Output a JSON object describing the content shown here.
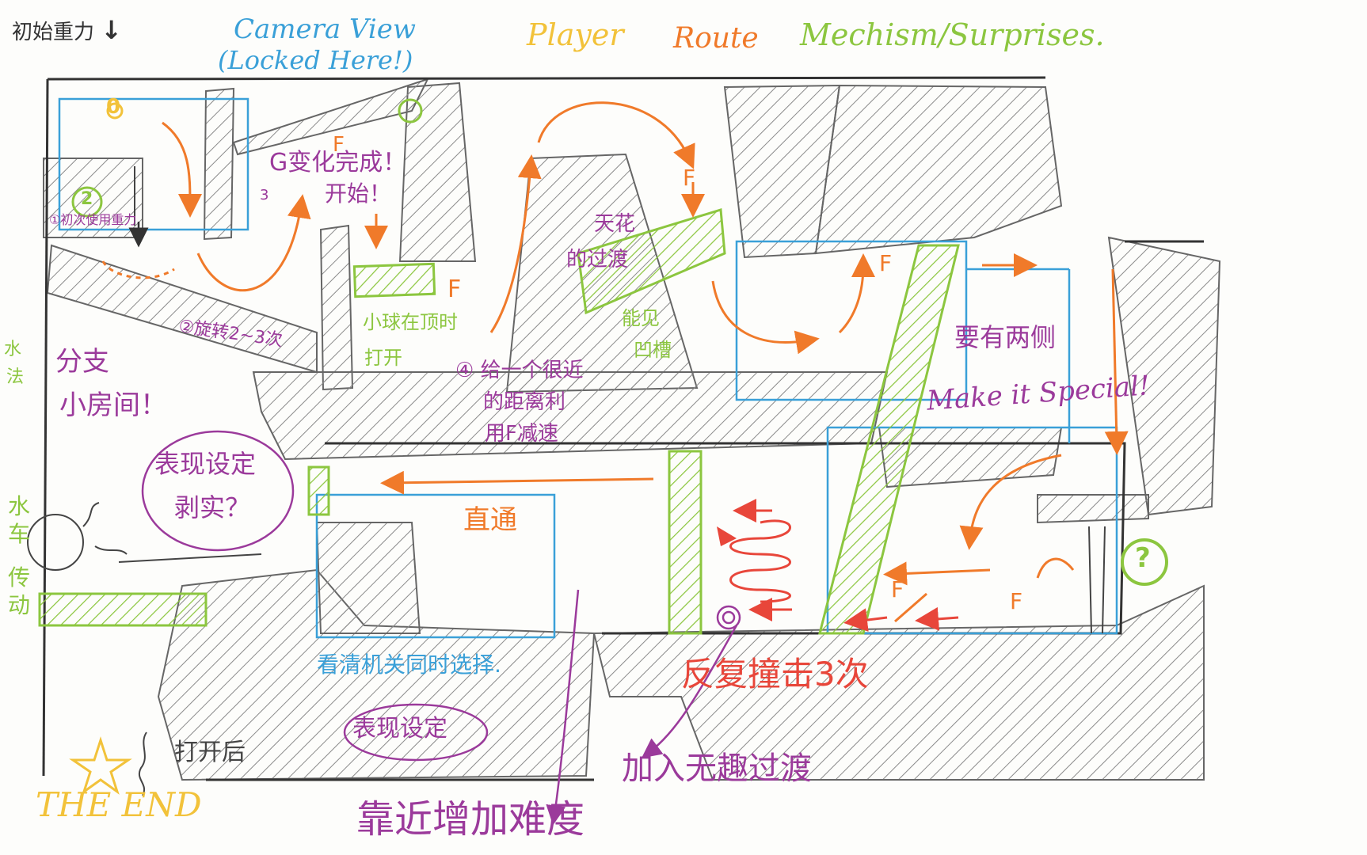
{
  "legend": {
    "gravity": "初始重力",
    "gravity_arrow": "↓",
    "camera": "Camera View",
    "camera_note": "(Locked Here!)",
    "player": "Player",
    "route": "Route",
    "mechanism": "Mechism",
    "surprises": "/Surprises."
  },
  "colors": {
    "camera": "#3aa0d8",
    "player": "#f2c23a",
    "route": "#f07a2a",
    "mechanism": "#8cc63f",
    "note": "#9b3a9b",
    "pencil": "#555555",
    "red": "#e8463a"
  },
  "labels": {
    "step_zero": "0",
    "step_one_note": "①初次使用重力",
    "step_two": "2",
    "step_three": "3",
    "change_done": "G变化完成！",
    "open_1": "开始！",
    "spin_note": "②旋转2~3次",
    "branch": "分支",
    "small_room": "小房间！",
    "ball_top": "小球在顶时",
    "ball_open": "打开",
    "give_note": "④ 给一个很近",
    "distance_note": "的距离利",
    "f_slow": "用F减速",
    "sky_1": "天花",
    "sky_2": "的过渡",
    "visible": "能见",
    "slot": "凹槽",
    "f1": "F",
    "f2": "F",
    "f3": "F",
    "f4": "F",
    "f5": "F",
    "f6": "F",
    "both_sides": "要有两侧",
    "make_special": "Make it Special!",
    "express_1": "表现设定",
    "express_2": "剥实？",
    "straight": "直通",
    "water_1": "水",
    "water_2": "法",
    "water_3": "水",
    "water_4": "车",
    "water_5": "传",
    "water_6": "动",
    "see_mechanism": "看清机关同时选择.",
    "express_3": "表现设定",
    "after_open": "打开后",
    "the_end": "THE END",
    "repeat_hit": "反复撞击3次",
    "add_fun": "加入无趣过渡",
    "near_hard": "靠近增加难度",
    "question_mark": "?"
  }
}
